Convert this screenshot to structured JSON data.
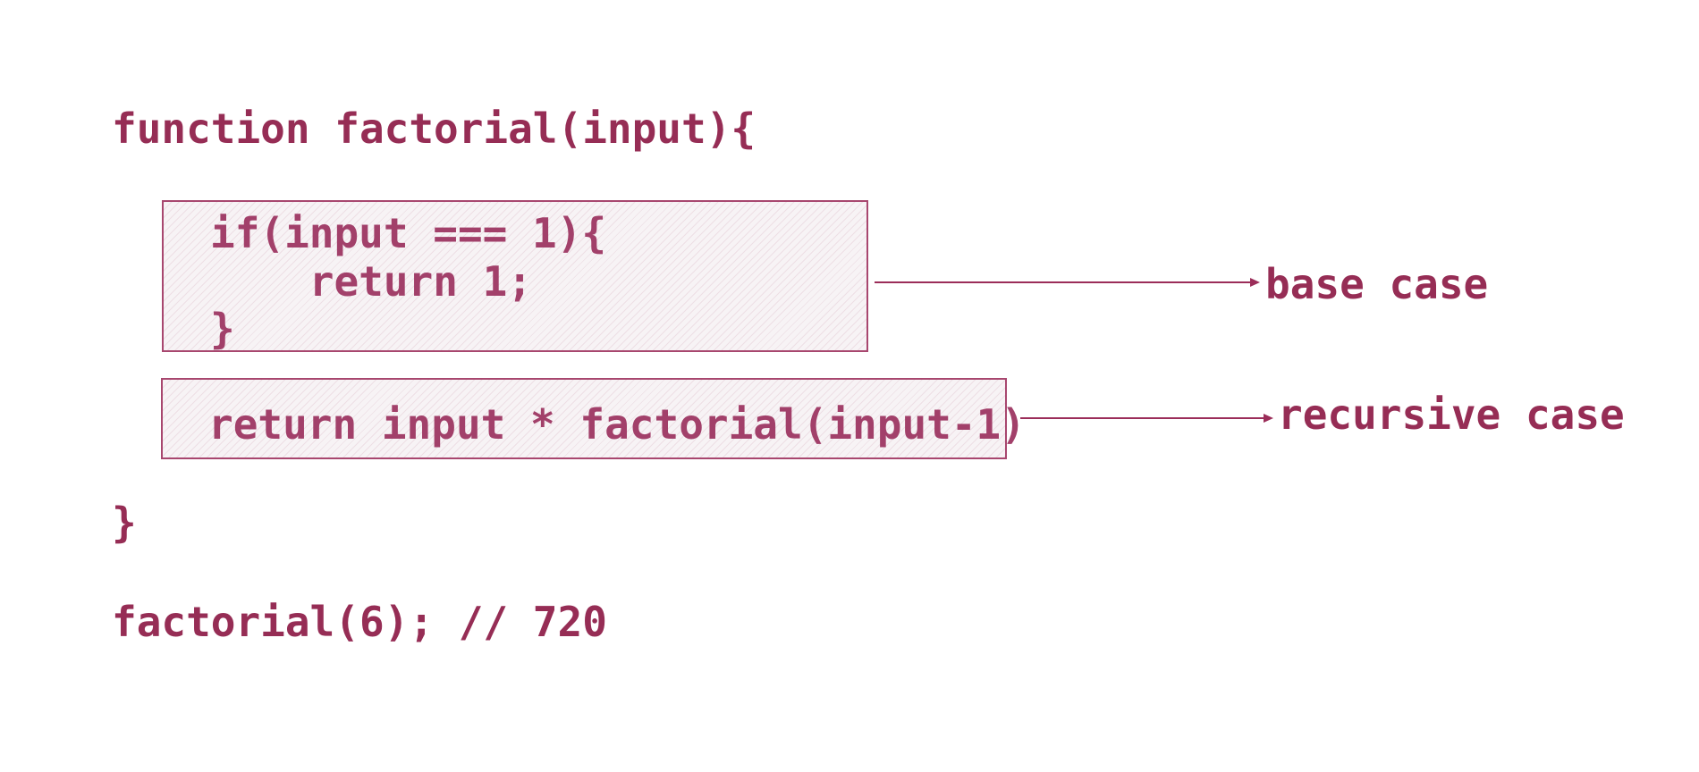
{
  "colors": {
    "code": "#962d55",
    "box_text": "#a2406a",
    "box_border": "#a8476f",
    "arrow": "#9b2d59"
  },
  "code": {
    "signature": "function factorial(input){",
    "closing_brace": "}",
    "call": "factorial(6); // 720"
  },
  "base_box": {
    "lines": [
      "if(input === 1){",
      "    return 1;",
      "}"
    ]
  },
  "recursive_box": {
    "lines": [
      "return input * factorial(input-1)"
    ]
  },
  "annotations": {
    "base_case": "base case",
    "recursive_case": "recursive case"
  }
}
